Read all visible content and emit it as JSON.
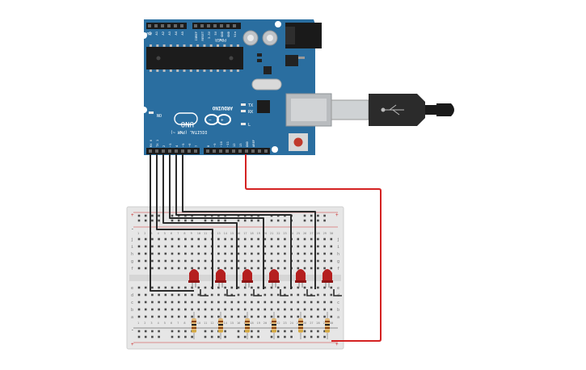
{
  "arduino": {
    "brand": "ARDUINO",
    "model": "UNO",
    "digital_label": "DIGITAL (PWM ~)",
    "analog_label": "ANALOG IN",
    "power_label": "POWER",
    "led_on": "ON",
    "led_tx": "TX",
    "led_rx": "RX",
    "led_l": "L",
    "digital_pins": [
      "AREF",
      "GND",
      "13",
      "12",
      "~11",
      "~10",
      "~9",
      "8",
      "7",
      "~6",
      "~5",
      "4",
      "~3",
      "2",
      "TX 1",
      "RX 0"
    ],
    "power_pins": [
      "IOREF",
      "RESET",
      "3.3V",
      "5V",
      "GND",
      "GND",
      "Vin"
    ],
    "analog_pins": [
      "A0",
      "A1",
      "A2",
      "A3",
      "A4",
      "A5"
    ]
  },
  "breadboard": {
    "columns": 30,
    "row_letters_top": [
      "j",
      "i",
      "h",
      "g",
      "f"
    ],
    "row_letters_bottom": [
      "e",
      "d",
      "c",
      "b",
      "a"
    ],
    "rail_plus": "+",
    "rail_minus": "-"
  },
  "colors": {
    "board": "#2a6ea0",
    "led": "#b51f1f",
    "wire_signal": "#2b2b2b",
    "wire_power": "#d42222",
    "breadboard": "#e7e7e7"
  },
  "components": {
    "led_count": 6,
    "resistor_count": 6
  }
}
